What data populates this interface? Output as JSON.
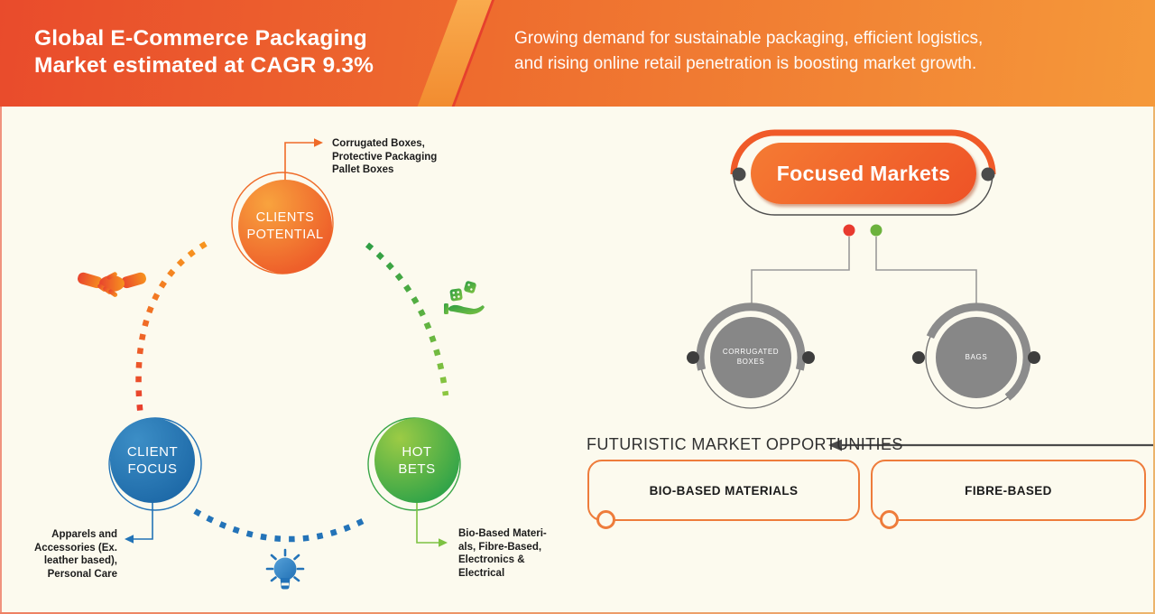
{
  "banner": {
    "title_lines": [
      "Global E-Commerce Packaging",
      "Market estimated at CAGR 9.3%"
    ],
    "subtitle_lines": [
      "Growing demand for sustainable packaging, efficient logistics,",
      "and rising online retail penetration is boosting market growth."
    ],
    "colors": {
      "gradient_left": "#e94b2c",
      "gradient_right": "#f5993a",
      "stripe": "#f8a545",
      "stripe_edge": "#e6402d"
    }
  },
  "strategy_map": {
    "circles": [
      {
        "id": "clients-potential",
        "label": "CLIENTS\nPOTENTIAL",
        "annotation": "Corrugated Boxes,\nProtective Packaging\nPallet Boxes",
        "color": "#ee5f2a"
      },
      {
        "id": "client-focus",
        "label": "CLIENT\nFOCUS",
        "annotation": "Apparels and\nAccessories (Ex.\nleather based),\nPersonal Care",
        "color": "#2273b6"
      },
      {
        "id": "hot-bets",
        "label": "HOT\nBETS",
        "annotation": "Bio-Based Materi-\nals, Fibre-Based,\nElectronics &\nElectrical",
        "color": "#3fae49"
      }
    ],
    "icons": [
      "handshake-icon",
      "dice-hand-icon",
      "lightbulb-icon"
    ]
  },
  "focused_markets": {
    "title": "Focused Markets",
    "nodes": [
      {
        "label": "CORRUGATED\nBOXES"
      },
      {
        "label": "BAGS"
      }
    ],
    "dot_colors": {
      "left_dot": "#e83a2f",
      "right_dot": "#6cb23d"
    },
    "node_gray": "#878787"
  },
  "opportunities": {
    "heading": "FUTURISTIC MARKET OPPORTUNITIES",
    "items": [
      {
        "label": "BIO-BASED MATERIALS"
      },
      {
        "label": "FIBRE-BASED"
      }
    ],
    "accent": "#ee7c3b"
  },
  "frame": {
    "background": "#fcfaee",
    "border_left": "#f0937e",
    "border_right": "#ecb46c"
  }
}
